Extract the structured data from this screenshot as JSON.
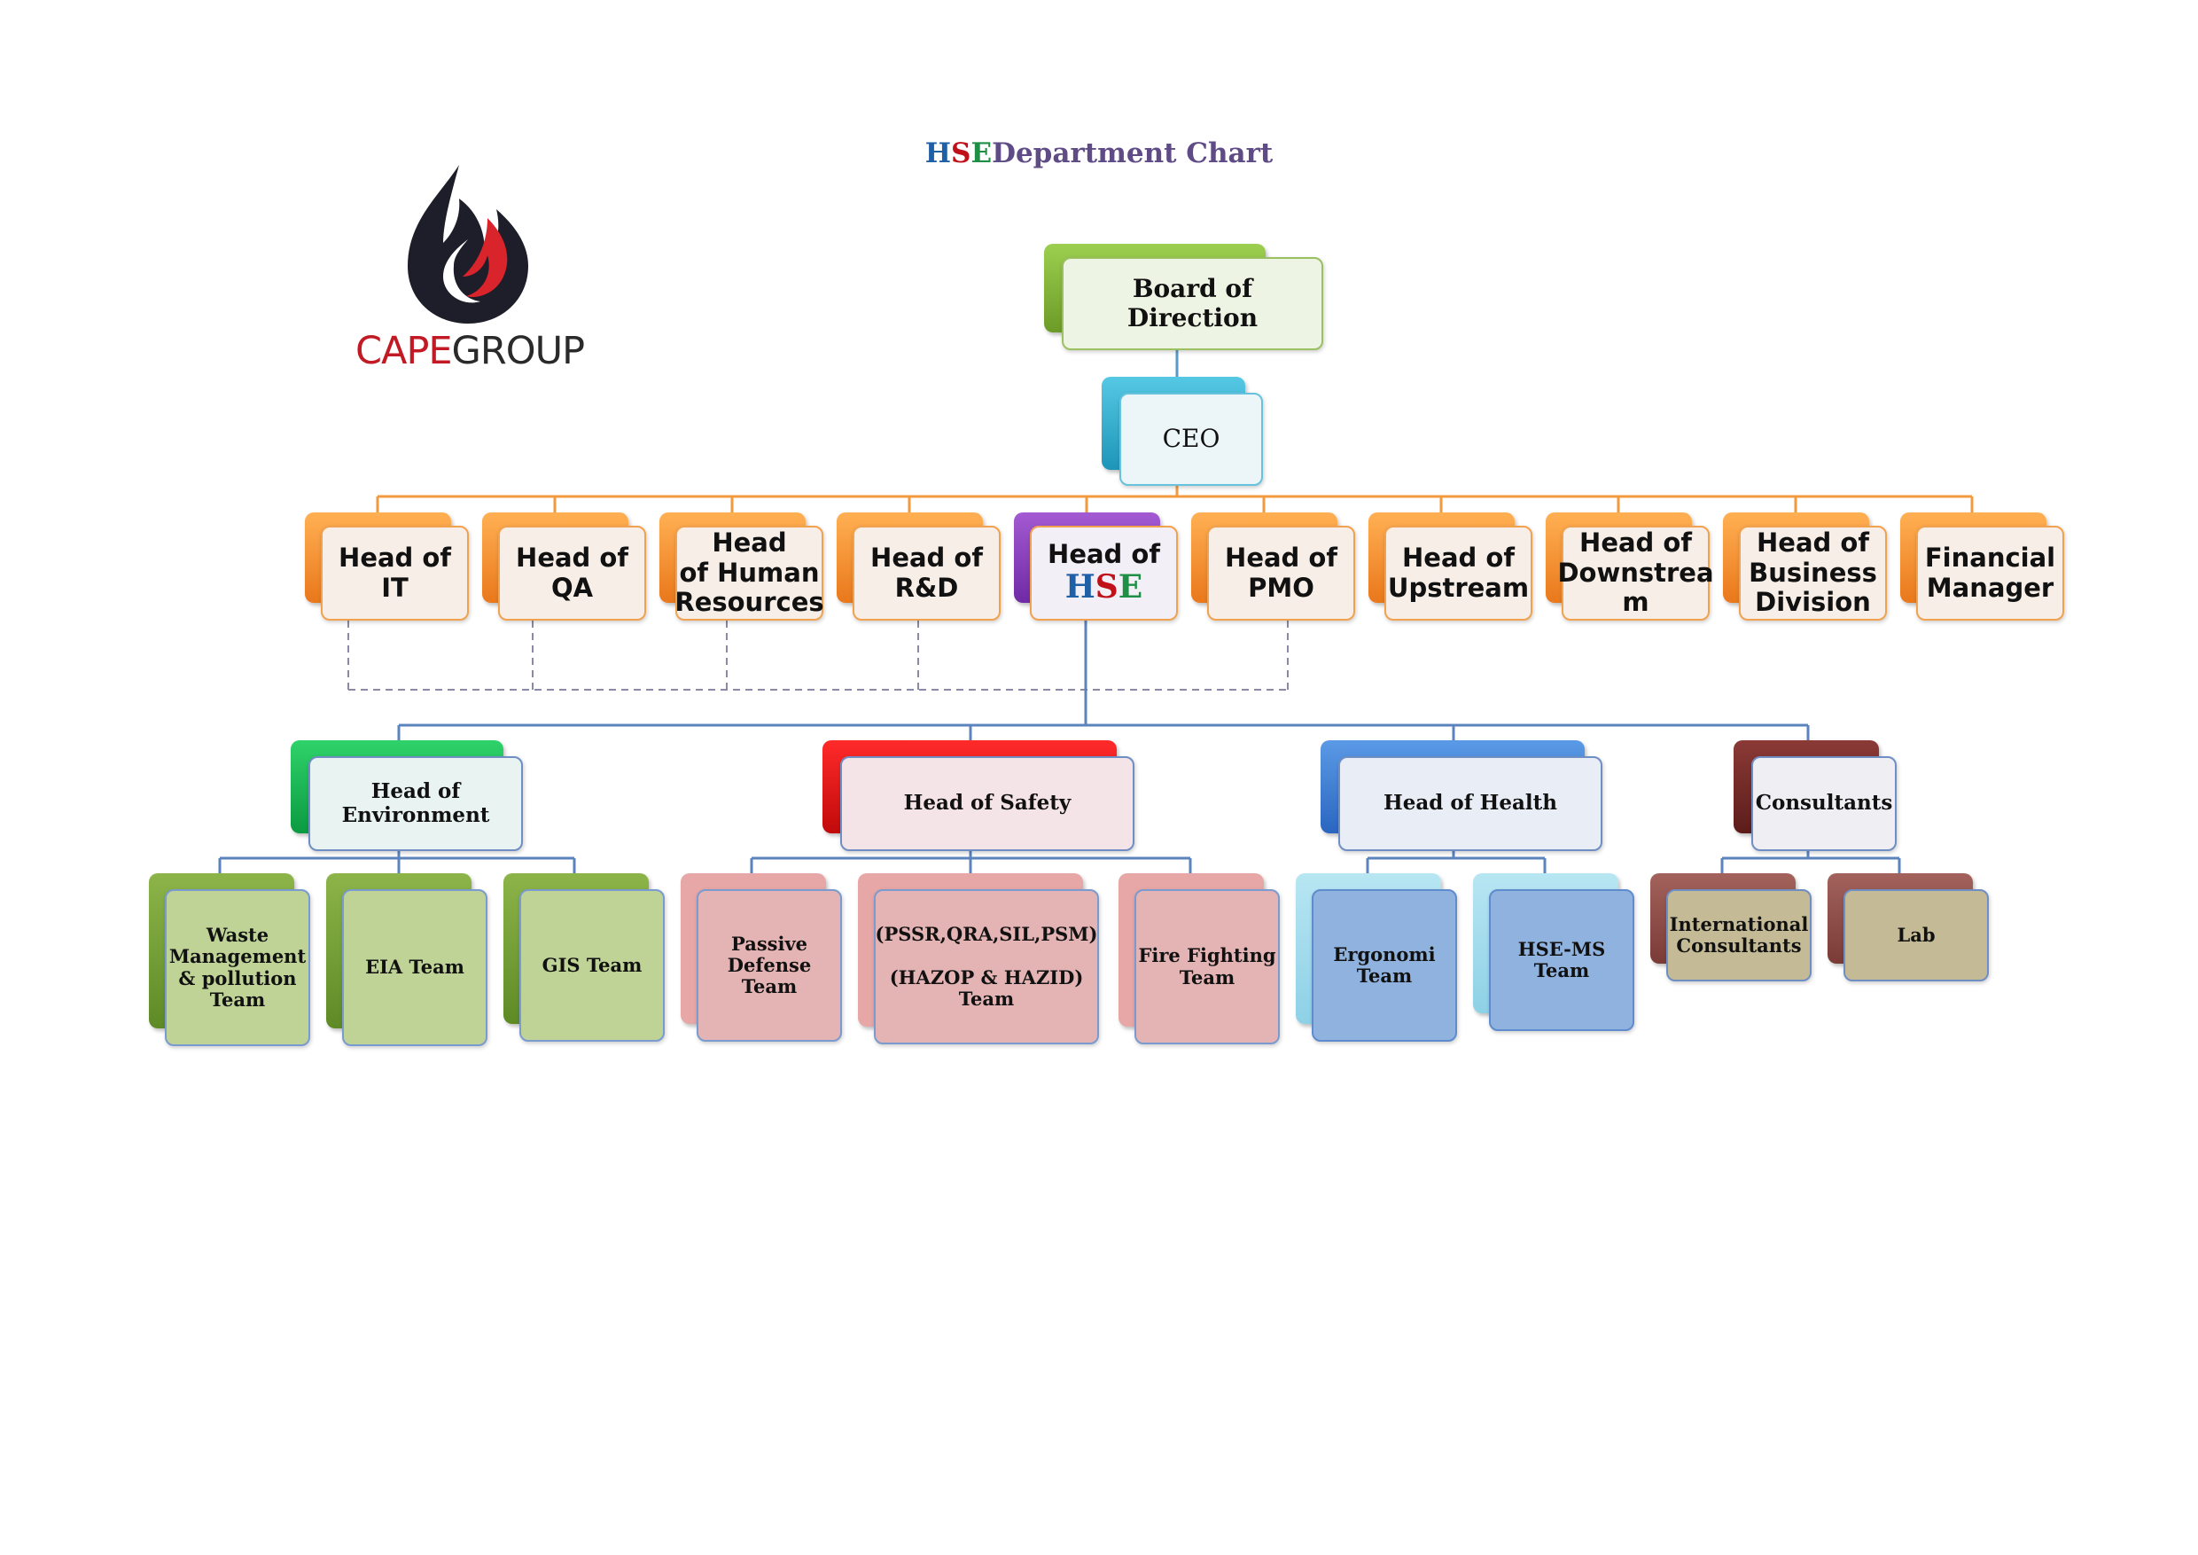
{
  "title": {
    "h": "H",
    "s": "S",
    "e": "E",
    "rest": "Department Chart"
  },
  "logo": {
    "text_red": "CAPE",
    "text_dark": "GROUP"
  },
  "colors": {
    "connector": "#5b84bd",
    "connector_top": "#f29a3d",
    "dashed": "#8a8aa8"
  },
  "nodes": {
    "board": "Board of Direction",
    "ceo": "CEO",
    "heads": [
      "Head of\nIT",
      "Head of\nQA",
      "Head\nof  Human\nResources",
      "Head of\nR&D",
      "Head of",
      "Head of\nPMO",
      "Head of\nUpstream",
      "Head of\nDownstrea\nm",
      "Head of\nBusiness\nDivision",
      "Financial\nManager"
    ],
    "hse_letters": {
      "h": "H",
      "s": "S",
      "e": "E"
    },
    "level3": [
      "Head of\nEnvironment",
      "Head of Safety",
      "Head of Health",
      "Consultants"
    ],
    "env_teams": [
      "Waste\nManagement\n& pollution\nTeam",
      "EIA Team",
      "GIS Team"
    ],
    "safety_teams": [
      "Passive\nDefense Team",
      "(PSSR,QRA,SIL,PSM)\n\n(HAZOP & HAZID)\nTeam",
      "Fire Fighting\nTeam"
    ],
    "health_teams": [
      "Ergonomi\nTeam",
      "HSE-MS\nTeam"
    ],
    "consultant_teams": [
      "International\nConsultants",
      "Lab"
    ]
  }
}
